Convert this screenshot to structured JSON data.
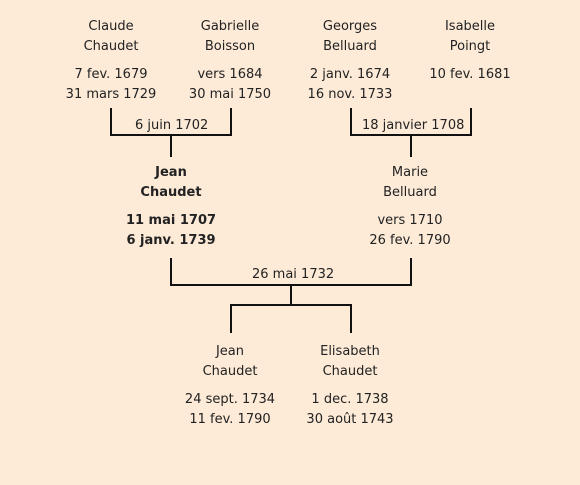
{
  "grandparents": [
    {
      "first": "Claude",
      "last": "Chaudet",
      "birth": "7 fev. 1679",
      "death": "31 mars 1729"
    },
    {
      "first": "Gabrielle",
      "last": "Boisson",
      "birth": "vers 1684",
      "death": "30 mai 1750"
    },
    {
      "first": "Georges",
      "last": "Belluard",
      "birth": "2 janv. 1674",
      "death": "16 nov. 1733"
    },
    {
      "first": "Isabelle",
      "last": "Poingt",
      "birth": "10 fev. 1681",
      "death": ""
    }
  ],
  "marriages": {
    "paternal": "6 juin 1702",
    "maternal": "18 janvier 1708",
    "parents": "26 mai 1732"
  },
  "parents": [
    {
      "first": "Jean",
      "last": "Chaudet",
      "birth": "11 mai 1707",
      "death": "6 janv. 1739"
    },
    {
      "first": "Marie",
      "last": "Belluard",
      "birth": "vers 1710",
      "death": "26 fev. 1790"
    }
  ],
  "children": [
    {
      "first": "Jean",
      "last": "Chaudet",
      "birth": "24 sept. 1734",
      "death": "11 fev. 1790"
    },
    {
      "first": "Elisabeth",
      "last": "Chaudet",
      "birth": "1 dec. 1738",
      "death": "30 août 1743"
    }
  ],
  "colors": {
    "background": "#FDEBD8",
    "line": "#111111"
  }
}
